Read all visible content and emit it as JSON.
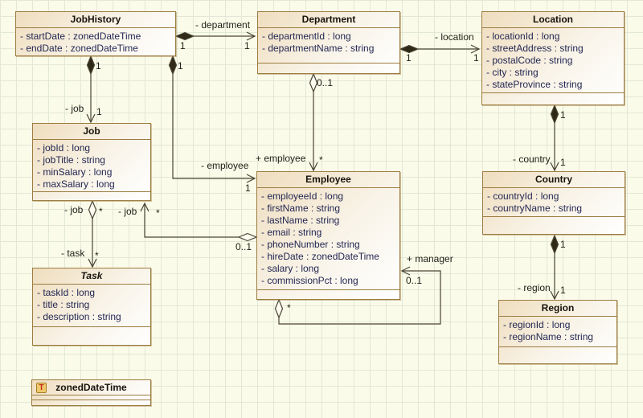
{
  "colors": {
    "canvas_background": "#fbfbe9",
    "grid_line": "#e2e8d8",
    "box_border": "#9c7c40",
    "box_fill_start": "#efddbe",
    "box_fill_end": "#ffffff",
    "title_text": "#17120c",
    "attribute_text": "#232753",
    "wire": "#4a4435",
    "type_icon_bg": "#eec96a",
    "type_icon_letter": "#c42a1c"
  },
  "classes": {
    "jobhistory": {
      "name": "JobHistory",
      "attrs": [
        "- startDate : zonedDateTime",
        "- endDate : zonedDateTime"
      ]
    },
    "department": {
      "name": "Department",
      "attrs": [
        "- departmentId : long",
        "- departmentName : string"
      ]
    },
    "location": {
      "name": "Location",
      "attrs": [
        "- locationId : long",
        "- streetAddress : string",
        "- postalCode : string",
        "- city : string",
        "- stateProvince : string"
      ]
    },
    "job": {
      "name": "Job",
      "attrs": [
        "- jobId : long",
        "- jobTitle : string",
        "- minSalary : long",
        "- maxSalary : long"
      ]
    },
    "employee": {
      "name": "Employee",
      "attrs": [
        "- employeeId : long",
        "- firstName : string",
        "- lastName : string",
        "- email : string",
        "- phoneNumber : string",
        "- hireDate : zonedDateTime",
        "- salary : long",
        "- commissionPct : long"
      ]
    },
    "country": {
      "name": "Country",
      "attrs": [
        "- countryId : long",
        "- countryName : string"
      ]
    },
    "task": {
      "name": "Task",
      "attrs": [
        "- taskId : long",
        "- title : string",
        "- description : string"
      ]
    },
    "region": {
      "name": "Region",
      "attrs": [
        "- regionId : long",
        "- regionName : string"
      ]
    },
    "zoneddatetime": {
      "name": "zonedDateTime",
      "icon": "T"
    }
  },
  "connectors": {
    "jobhistory_department": {
      "role": "- department",
      "src_mult": "1",
      "tgt_mult": "1"
    },
    "department_location": {
      "role": "- location",
      "src_mult": "1",
      "tgt_mult": "1"
    },
    "jobhistory_job": {
      "role": "- job",
      "src_mult": "1",
      "tgt_mult": "1"
    },
    "jobhistory_employee": {
      "role": "- employee",
      "src_mult": "1",
      "tgt_mult": "1"
    },
    "department_employee": {
      "role": "+ employee",
      "src_mult": "0..1",
      "tgt_mult": "*"
    },
    "employee_job": {
      "role": "- job",
      "src_mult": "0..1",
      "tgt_mult": "*"
    },
    "job_task": {
      "src_role": "- job",
      "src_mult": "*",
      "role": "- task",
      "tgt_mult": "*"
    },
    "location_country": {
      "role": "- country",
      "src_mult": "1",
      "tgt_mult": "1"
    },
    "country_region": {
      "role": "- region",
      "src_mult": "1",
      "tgt_mult": "1"
    },
    "employee_manager": {
      "role": "+ manager",
      "src_mult": "*",
      "tgt_mult": "0..1"
    }
  }
}
